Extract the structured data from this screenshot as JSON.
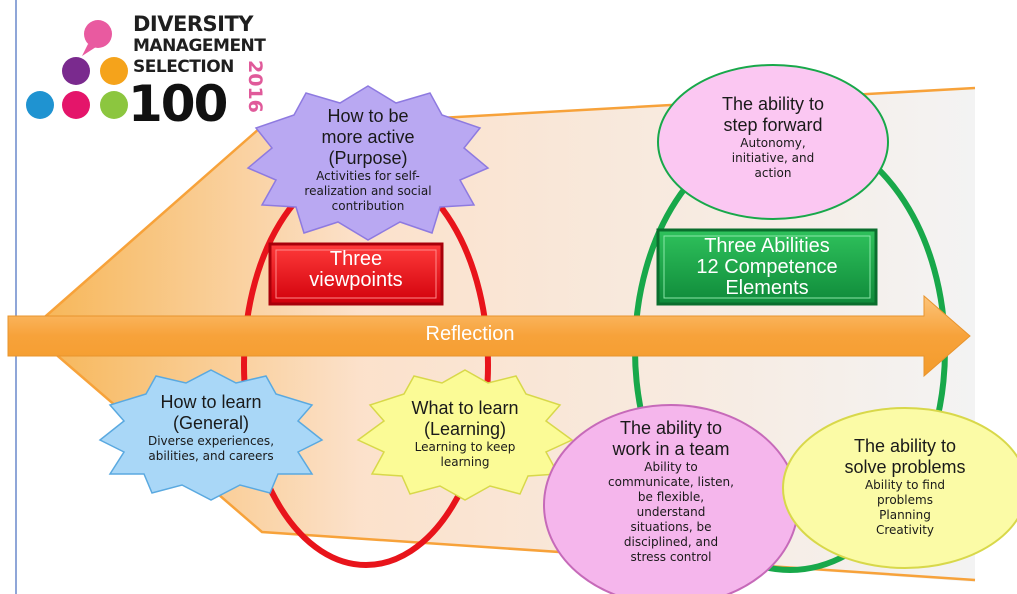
{
  "logo": {
    "line1": "DIVERSITY",
    "line2": "MANAGEMENT",
    "line3": "SELECTION",
    "number": "100",
    "year": "2016"
  },
  "arrow_label": "Reflection",
  "badges": {
    "viewpoints": {
      "line1": "Three",
      "line2": "viewpoints",
      "color": "#e60012"
    },
    "abilities": {
      "line1": "Three Abilities",
      "line2": "12 Competence",
      "line3": "Elements",
      "color": "#17a34a"
    }
  },
  "viewpoints": {
    "purpose": {
      "title1": "How to be",
      "title2": "more active",
      "title3": "(Purpose)",
      "desc1": "Activities for self-",
      "desc2": "realization and social",
      "desc3": "contribution",
      "color": "#b9a8f2"
    },
    "general": {
      "title1": "How to learn",
      "title2": "(General)",
      "desc1": "Diverse experiences,",
      "desc2": "abilities, and careers",
      "color": "#a9d7f7"
    },
    "learning": {
      "title1": "What to learn",
      "title2": "(Learning)",
      "desc1": "Learning to keep",
      "desc2": "learning",
      "color": "#fbfb96"
    }
  },
  "abilities": {
    "step_forward": {
      "title1": "The ability to",
      "title2": "step forward",
      "desc1": "Autonomy,",
      "desc2": "initiative, and",
      "desc3": "action",
      "color": "#fbc7f2"
    },
    "team": {
      "title1": "The ability to",
      "title2": "work in a team",
      "desc1": "Ability to",
      "desc2": "communicate, listen,",
      "desc3": "be flexible,",
      "desc4": "understand",
      "desc5": "situations, be",
      "desc6": "disciplined, and",
      "desc7": "stress control",
      "color": "#f5b6ec"
    },
    "problems": {
      "title1": "The ability to",
      "title2": "solve problems",
      "desc1": "Ability to find",
      "desc2": "problems",
      "desc3": "Planning",
      "desc4": "Creativity",
      "color": "#fbfba6"
    }
  },
  "colors": {
    "accent_orange": "#f7a23a",
    "red_loop": "#e8141b",
    "green_loop": "#18a84a"
  }
}
